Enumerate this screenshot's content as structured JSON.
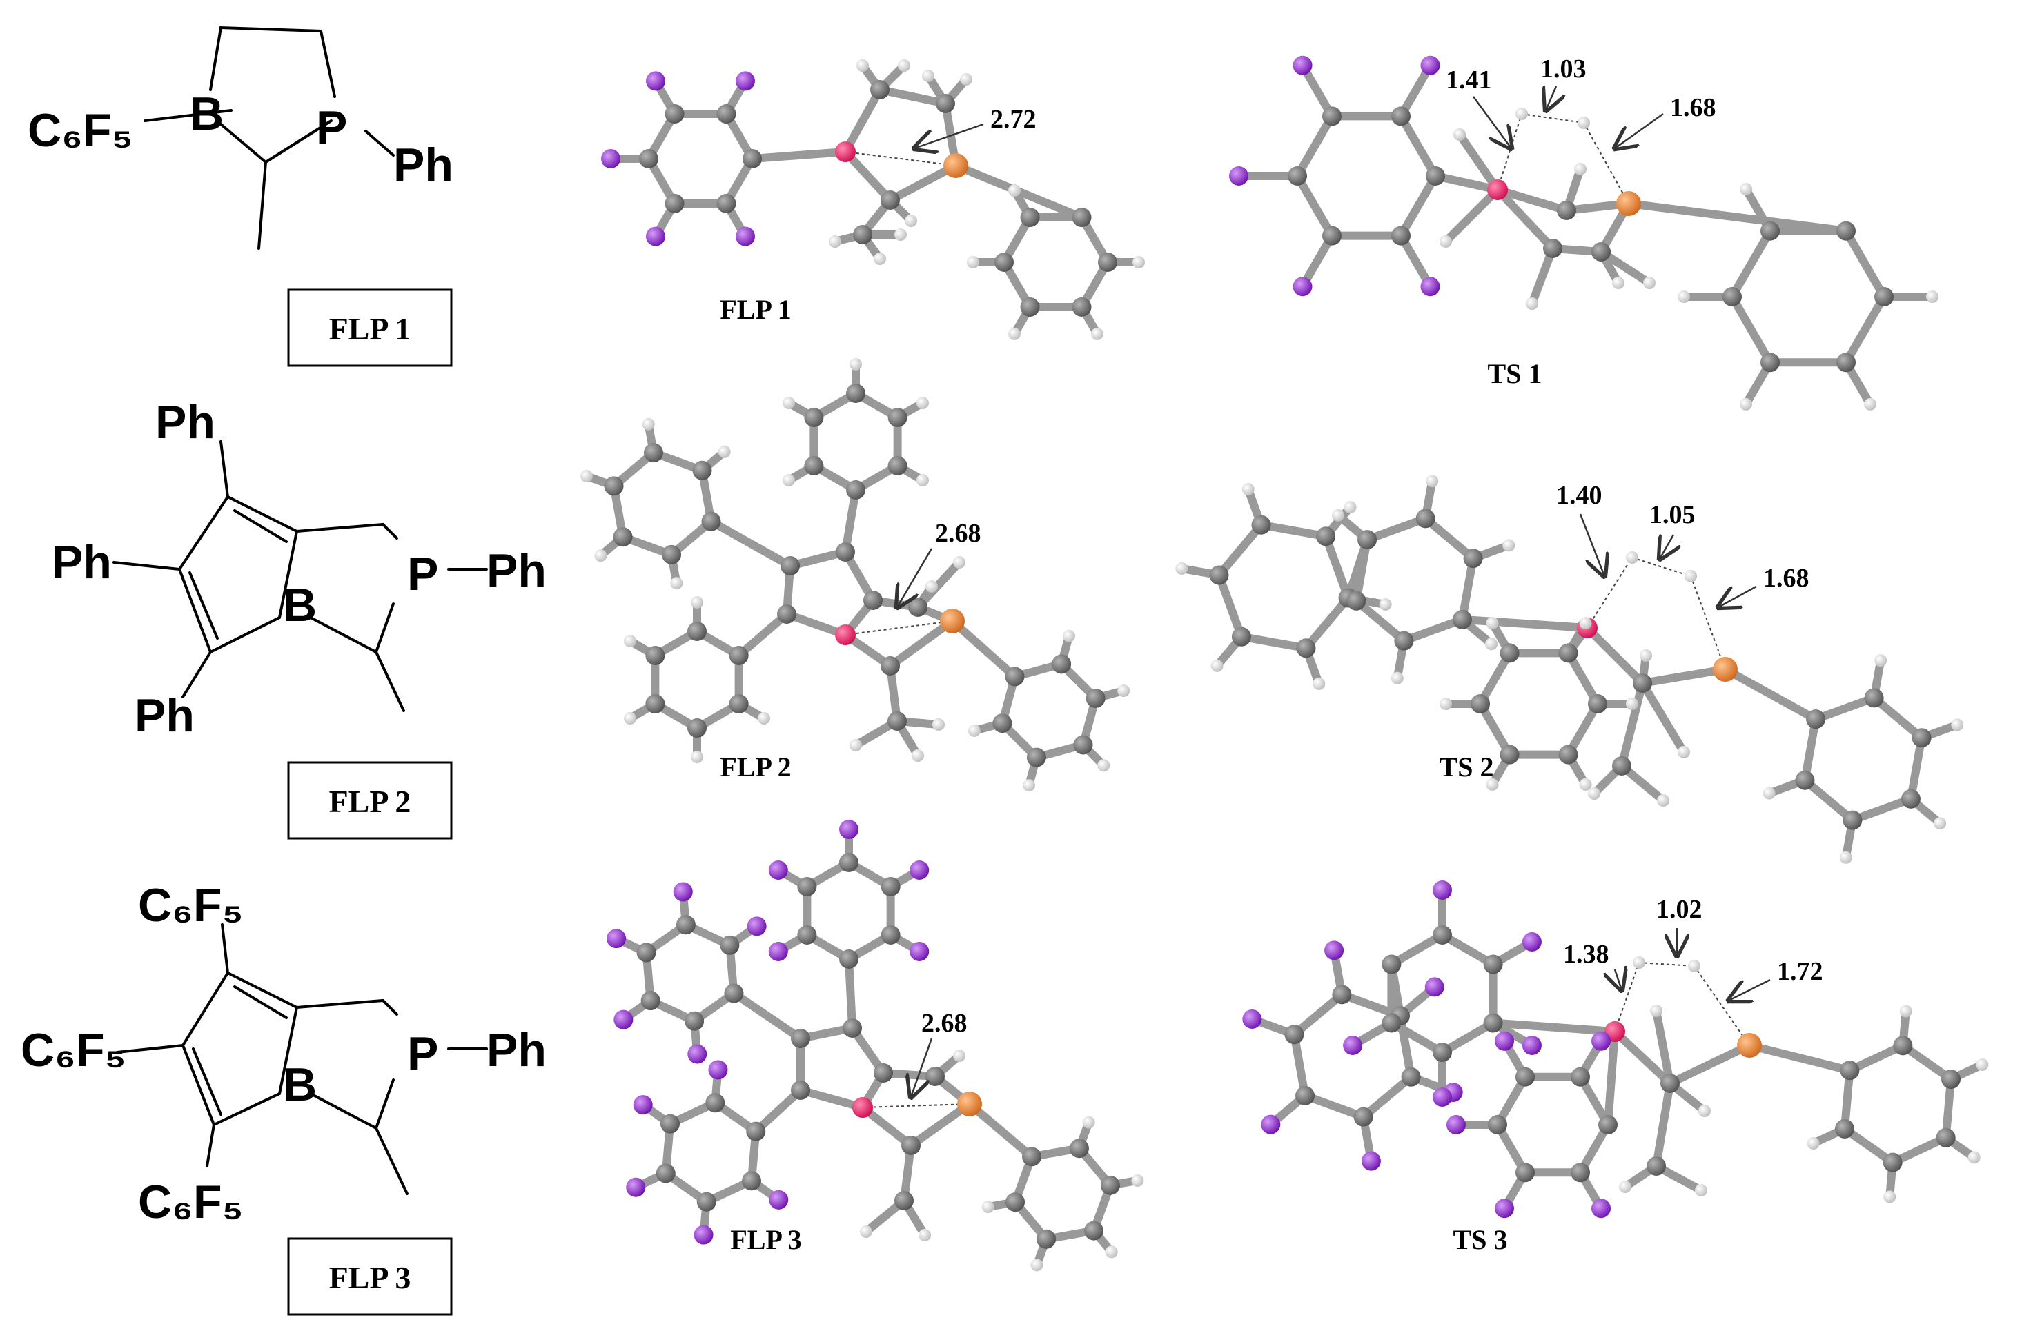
{
  "colors": {
    "carbon": "#666666",
    "hydrogen": "#f2f2f2",
    "fluorine": "#9b30d9",
    "boron": "#ff1f6b",
    "phosphorus": "#f0883a",
    "bond": "#999999"
  },
  "structures": [
    {
      "box_label": "FLP 1",
      "atom_labels": {
        "B": "B",
        "P": "P"
      },
      "substituents": {
        "on_B": "C₆F₅",
        "on_P": "Ph"
      }
    },
    {
      "box_label": "FLP 2",
      "atom_labels": {
        "B": "B",
        "P": "P"
      },
      "substituents": {
        "on_P": "Ph",
        "ring_top": "Ph",
        "ring_left": "Ph",
        "ring_bottom": "Ph"
      }
    },
    {
      "box_label": "FLP 3",
      "atom_labels": {
        "B": "B",
        "P": "P"
      },
      "substituents": {
        "on_P": "Ph",
        "ring_top": "C₆F₅",
        "ring_left": "C₆F₅",
        "ring_bottom": "C₆F₅"
      }
    }
  ],
  "flp_models": [
    {
      "label": "FLP 1",
      "distance": "2.72"
    },
    {
      "label": "FLP 2",
      "distance": "2.68"
    },
    {
      "label": "FLP 3",
      "distance": "2.68"
    }
  ],
  "ts_models": [
    {
      "label": "TS 1",
      "d_BH": "1.41",
      "d_HH": "1.03",
      "d_HP": "1.68"
    },
    {
      "label": "TS 2",
      "d_BH": "1.40",
      "d_HH": "1.05",
      "d_HP": "1.68"
    },
    {
      "label": "TS 3",
      "d_BH": "1.38",
      "d_HH": "1.02",
      "d_HP": "1.72"
    }
  ]
}
